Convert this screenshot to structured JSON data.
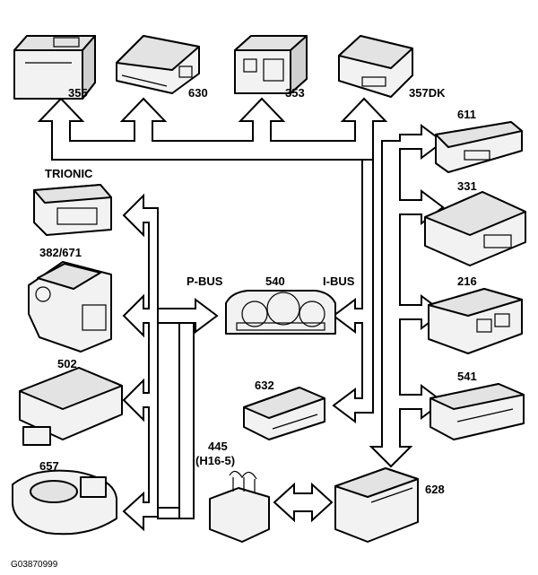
{
  "labels": {
    "m355": "355",
    "m630": "630",
    "m353": "353",
    "m357dk": "357DK",
    "m611": "611",
    "trionic": "TRIONIC",
    "m331": "331",
    "m382_671": "382/671",
    "m216": "216",
    "p_bus": "P-BUS",
    "m540": "540",
    "i_bus": "I-BUS",
    "m502": "502",
    "m541": "541",
    "m632": "632",
    "m445": "445",
    "h16_5": "(H16-5)",
    "m628": "628",
    "m657": "657",
    "code": "G03870999"
  }
}
